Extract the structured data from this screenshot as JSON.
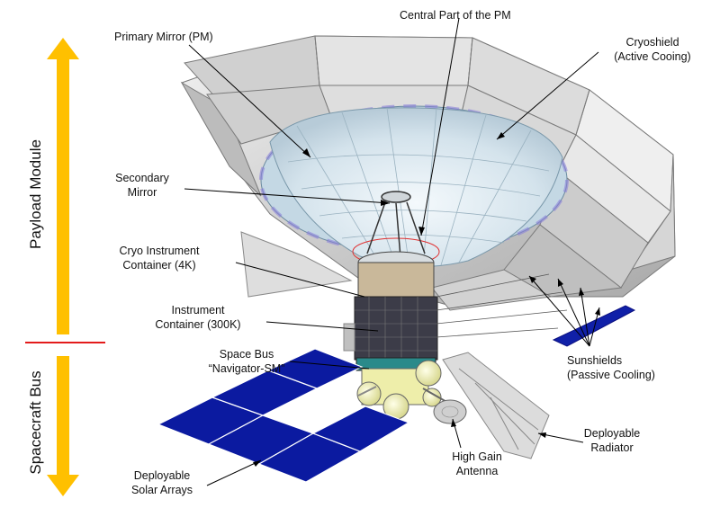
{
  "diagram": {
    "module_labels": {
      "payload": "Payload Module",
      "bus": "Spacecraft Bus"
    },
    "callouts": {
      "central_part": "Central Part of the PM",
      "primary_mirror": "Primary Mirror (PM)",
      "cryoshield_line1": "Cryoshield",
      "cryoshield_line2": "(Active Cooing)",
      "secondary_line1": "Secondary",
      "secondary_line2": "Mirror",
      "cryo_container_line1": "Cryo Instrument",
      "cryo_container_line2": "Container (4K)",
      "instrument_line1": "Instrument",
      "instrument_line2": "Container (300K)",
      "space_bus_line1": "Space Bus",
      "space_bus_line2": "“Navigator-SM”",
      "sunshields_line1": "Sunshields",
      "sunshields_line2": "(Passive Cooling)",
      "deployable_radiator_line1": "Deployable",
      "deployable_radiator_line2": "Radiator",
      "antenna_line1": "High Gain",
      "antenna_line2": "Antenna",
      "solar_line1": "Deployable",
      "solar_line2": "Solar Arrays"
    },
    "colors": {
      "arrow": "#ffc000",
      "divider": "#e31b1b",
      "solar_panel": "#0b1aa0",
      "mirror": "#d8e6ee",
      "shield": "#c8c8c8",
      "bus_body": "#eeeeaa",
      "lines": "#000000"
    }
  }
}
